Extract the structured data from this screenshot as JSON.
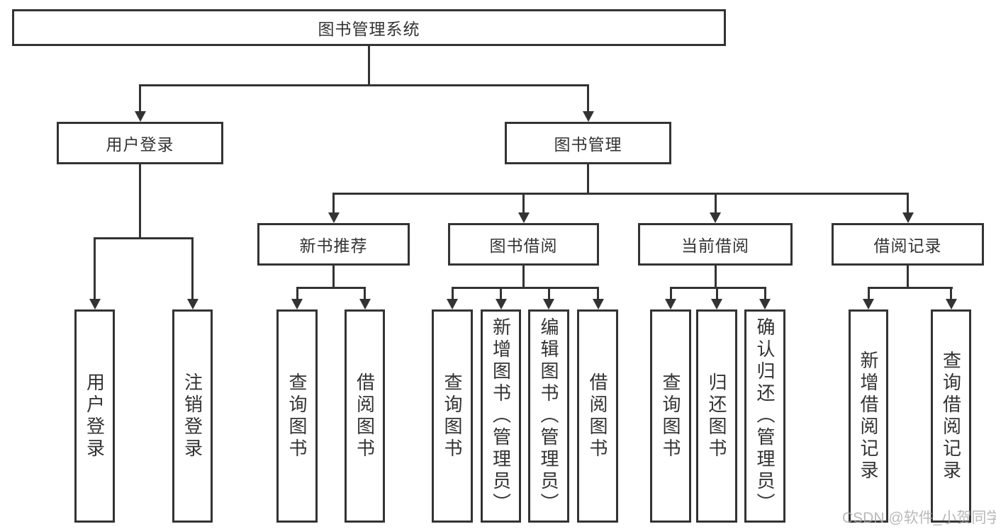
{
  "diagram_type": "functional-structure-tree",
  "colors": {
    "line": "#333333",
    "text": "#333333",
    "background": "#ffffff",
    "watermark": "#a8a8a8"
  },
  "tree": {
    "root": {
      "label": "图书管理系统",
      "children": [
        {
          "label": "用户登录",
          "children": [
            {
              "label": "用户登录"
            },
            {
              "label": "注销登录"
            }
          ]
        },
        {
          "label": "图书管理",
          "children": [
            {
              "label": "新书推荐",
              "children": [
                {
                  "label": "查询图书"
                },
                {
                  "label": "借阅图书"
                }
              ]
            },
            {
              "label": "图书借阅",
              "children": [
                {
                  "label": "查询图书"
                },
                {
                  "label": "新增图书（管理员）"
                },
                {
                  "label": "编辑图书（管理员）"
                },
                {
                  "label": "借阅图书"
                }
              ]
            },
            {
              "label": "当前借阅",
              "children": [
                {
                  "label": "查询图书"
                },
                {
                  "label": "归还图书"
                },
                {
                  "label": "确认归还（管理员）"
                }
              ]
            },
            {
              "label": "借阅记录",
              "children": [
                {
                  "label": "新增借阅记录"
                },
                {
                  "label": "查询借阅记录"
                }
              ]
            }
          ]
        }
      ]
    }
  },
  "watermark": {
    "text": "CSDN @软件_小贺同学"
  }
}
